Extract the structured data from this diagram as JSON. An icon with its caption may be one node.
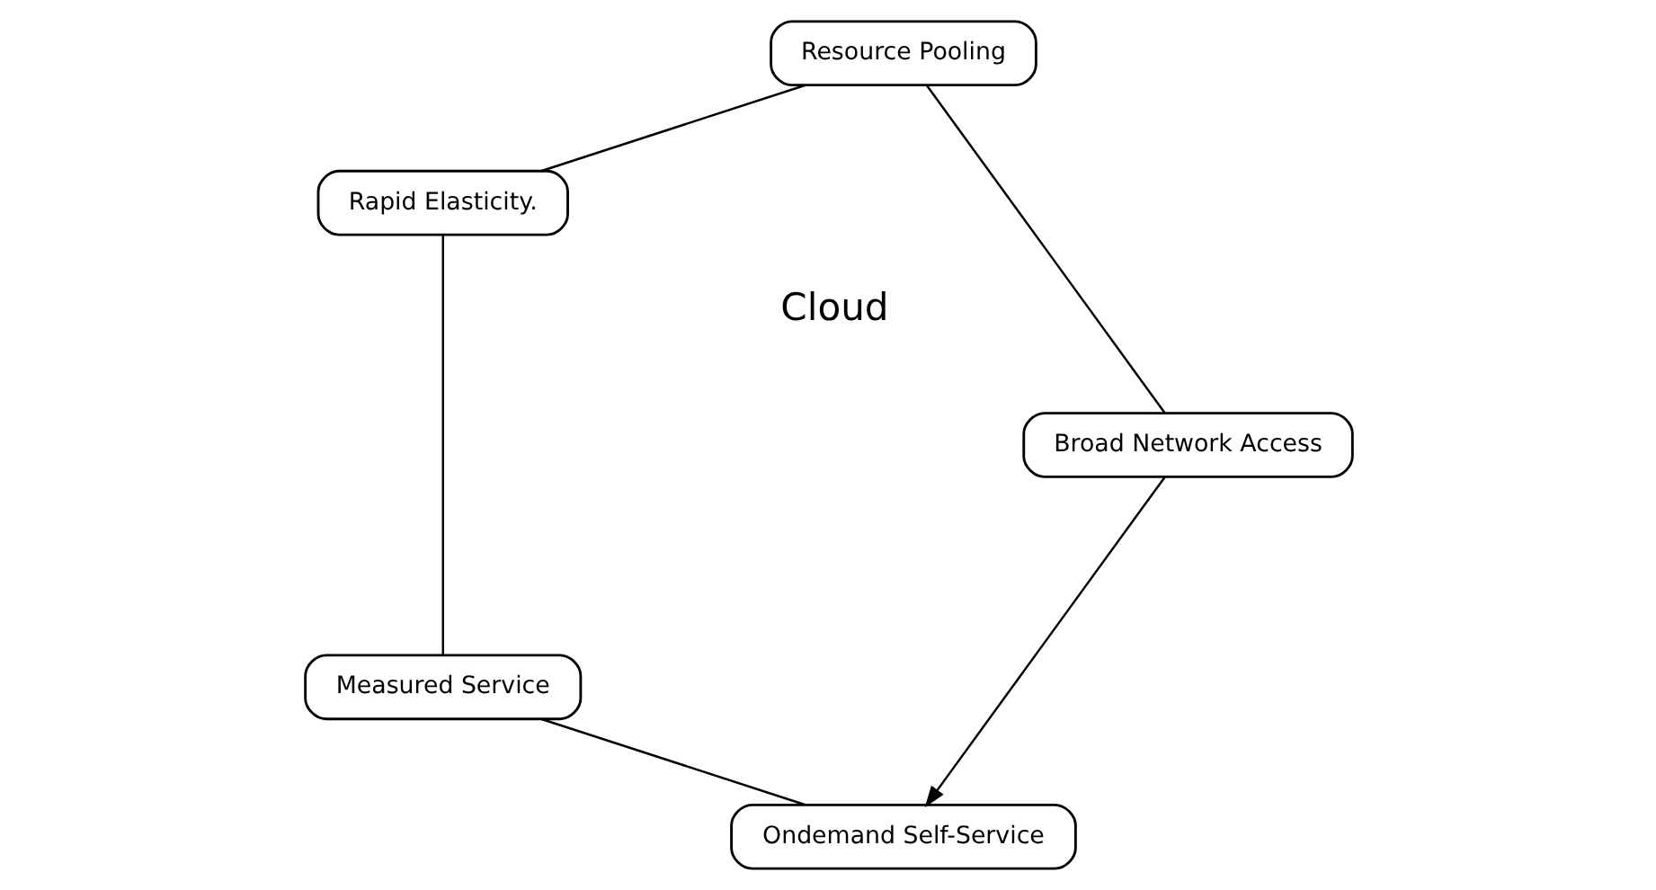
{
  "diagram": {
    "nodes": [
      {
        "text": [
          "Ondemand Self-Service"
        ]
      },
      {
        "text": [
          "Broad Network Access"
        ]
      },
      {
        "text": [
          "Measured Service"
        ]
      },
      {
        "text": [
          "Rapid Elasticity."
        ]
      },
      {
        "text": [
          "Resource Pooling"
        ]
      }
    ],
    "edges": [
      {
        "from": 1,
        "to": 0,
        "arrow": "to"
      },
      {
        "from": 0,
        "to": 2,
        "arrow": "none"
      },
      {
        "from": 2,
        "to": 3,
        "arrow": "none"
      },
      {
        "from": 3,
        "to": 4,
        "arrow": "none"
      },
      {
        "from": 4,
        "to": 1,
        "arrow": "none"
      }
    ],
    "labels": [
      "Cloud"
    ]
  }
}
